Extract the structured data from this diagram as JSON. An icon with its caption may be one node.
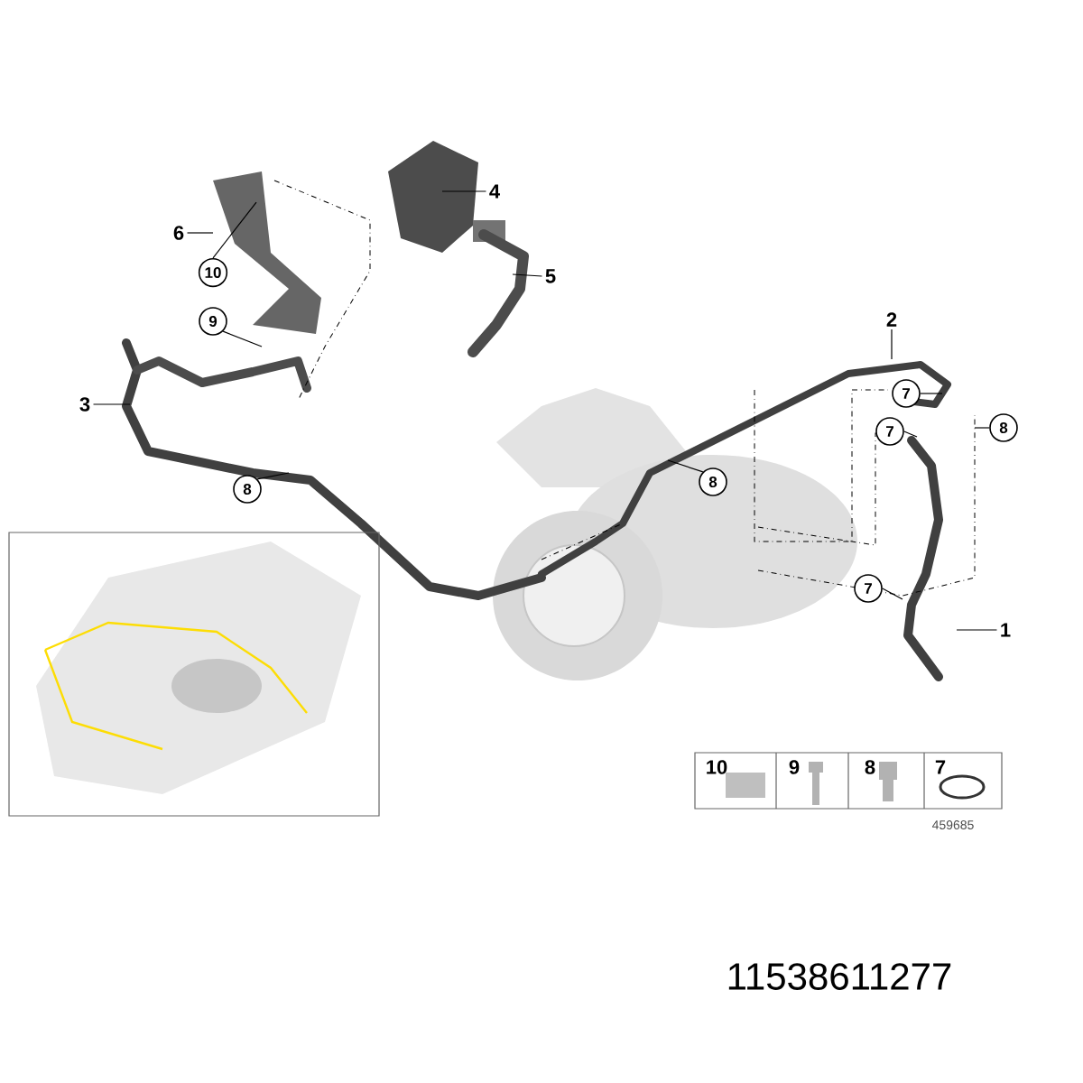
{
  "diagram": {
    "nodes": [
      {
        "text": [
          "4"
        ]
      },
      {
        "text": [
          "6"
        ]
      },
      {
        "text": [
          "10"
        ]
      },
      {
        "text": [
          "5"
        ]
      },
      {
        "text": [
          "9"
        ]
      },
      {
        "text": [
          "3"
        ]
      },
      {
        "text": [
          "2"
        ]
      },
      {
        "text": [
          "7"
        ]
      },
      {
        "text": [
          "8"
        ]
      },
      {
        "text": [
          "7"
        ]
      },
      {
        "text": [
          "8"
        ]
      },
      {
        "text": [
          "8"
        ]
      },
      {
        "text": [
          "7"
        ]
      },
      {
        "text": [
          "1"
        ]
      }
    ],
    "edges": [
      {
        "from": 0,
        "to": null,
        "arrow": "none"
      },
      {
        "from": 1,
        "to": null,
        "arrow": "none"
      },
      {
        "from": 2,
        "to": null,
        "arrow": "none"
      },
      {
        "from": 3,
        "to": null,
        "arrow": "none"
      },
      {
        "from": 4,
        "to": null,
        "arrow": "none"
      },
      {
        "from": 5,
        "to": null,
        "arrow": "none"
      },
      {
        "from": 6,
        "to": null,
        "arrow": "none"
      },
      {
        "from": 7,
        "to": null,
        "arrow": "none"
      },
      {
        "from": 8,
        "to": null,
        "arrow": "none"
      },
      {
        "from": 9,
        "to": null,
        "arrow": "none"
      },
      {
        "from": 10,
        "to": null,
        "arrow": "none"
      },
      {
        "from": 11,
        "to": null,
        "arrow": "none"
      },
      {
        "from": 12,
        "to": null,
        "arrow": "none"
      },
      {
        "from": 13,
        "to": null,
        "arrow": "none"
      }
    ],
    "labels": [
      "10",
      "9",
      "8",
      "7",
      "459685",
      "11538611277"
    ]
  }
}
